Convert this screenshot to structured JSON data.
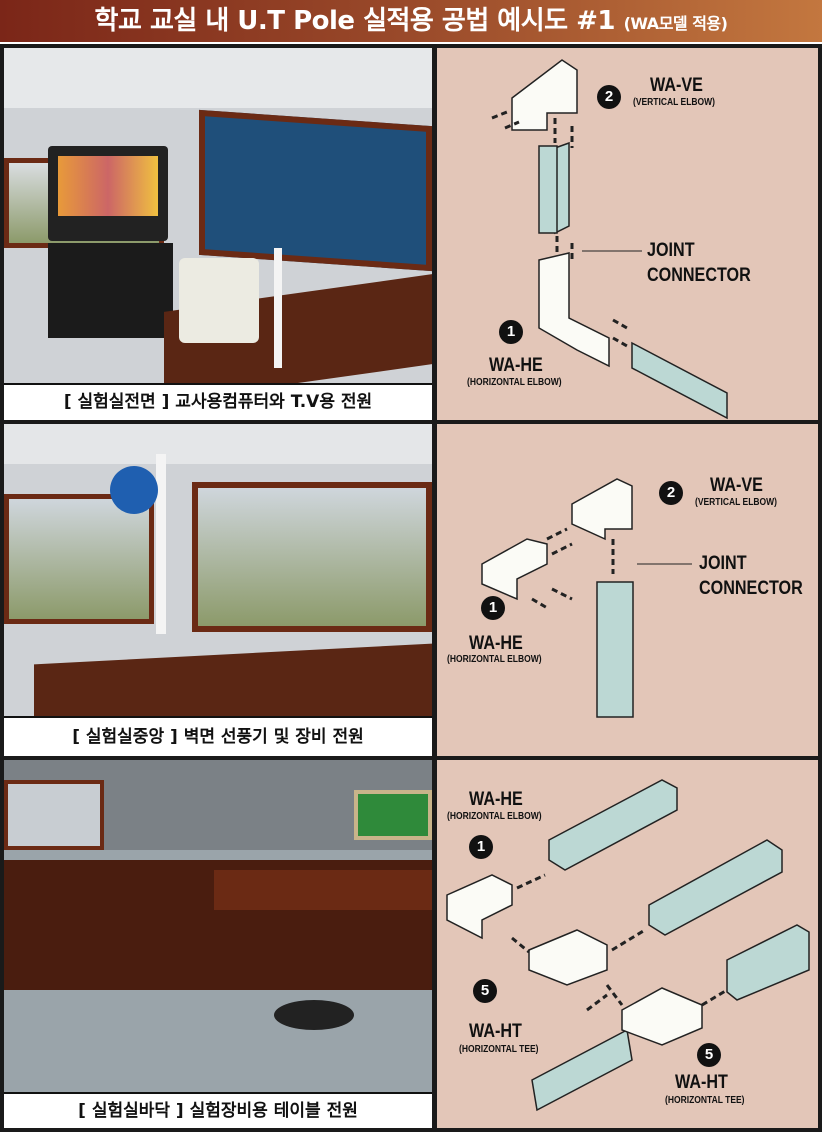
{
  "header": {
    "title": "학교 교실 내 U.T Pole 실적용 공법 예시도 #1",
    "subtitle": "(WA모델 적용)"
  },
  "rows": [
    {
      "caption": "[ 실험실전면 ]  교사용컴퓨터와 T.V용 전원",
      "labels": {
        "top_code": "WA-VE",
        "top_desc": "(VERTICAL ELBOW)",
        "top_num": "2",
        "joint1": "JOINT",
        "joint2": "CONNECTOR",
        "bottom_code": "WA-HE",
        "bottom_desc": "(HORIZONTAL ELBOW)",
        "bottom_num": "1"
      }
    },
    {
      "caption": "[ 실험실중앙 ]  벽면 선풍기 및 장비 전원",
      "labels": {
        "top_code": "WA-VE",
        "top_desc": "(VERTICAL ELBOW)",
        "top_num": "2",
        "joint1": "JOINT",
        "joint2": "CONNECTOR",
        "bottom_code": "WA-HE",
        "bottom_desc": "(HORIZONTAL ELBOW)",
        "bottom_num": "1"
      }
    },
    {
      "caption": "[ 실험실바닥 ]  실험장비용 테이블 전원",
      "labels": {
        "he_code": "WA-HE",
        "he_desc": "(HORIZONTAL ELBOW)",
        "he_num": "1",
        "ht1_num": "5",
        "ht1_code": "WA-HT",
        "ht1_desc": "(HORIZONTAL TEE)",
        "ht2_num": "5",
        "ht2_code": "WA-HT",
        "ht2_desc": "(HORIZONTAL TEE)"
      }
    }
  ],
  "colors": {
    "panel": "#e3c6b8",
    "profile": "#bcd8d4"
  }
}
